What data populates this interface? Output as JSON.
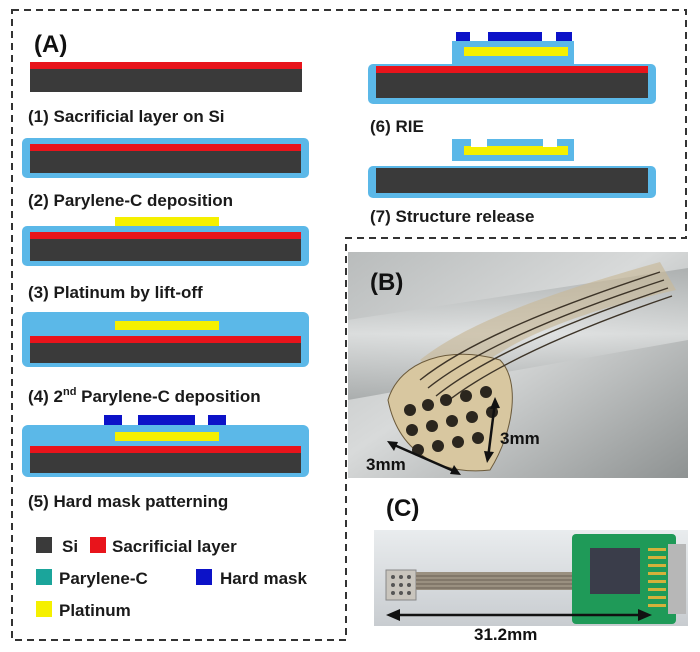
{
  "panels": {
    "a_label": "(A)",
    "b_label": "(B)",
    "c_label": "(C)"
  },
  "steps": {
    "s1": "(1) Sacrificial layer on Si",
    "s2": "(2) Parylene-C deposition",
    "s3": "(3) Platinum by lift-off",
    "s4_num": "(4) 2",
    "s4_sup": "nd",
    "s4_rest": " Parylene-C deposition",
    "s5": "(5) Hard mask patterning",
    "s6": "(6) RIE",
    "s7": "(7) Structure release"
  },
  "legend": {
    "si": "Si",
    "sacrificial": "Sacrificial layer",
    "parylene": "Parylene-C",
    "hardmask": "Hard mask",
    "platinum": "Platinum"
  },
  "dimensions": {
    "b_width": "3mm",
    "b_height": "3mm",
    "c_length": "31.2mm"
  },
  "colors": {
    "silicon": "#3a3a3a",
    "sacrificial": "#e8141b",
    "parylene": "#5bb8e8",
    "parylene_legend": "#1ba59b",
    "hardmask": "#0c12c8",
    "platinum": "#f5f000",
    "border": "#333333"
  }
}
